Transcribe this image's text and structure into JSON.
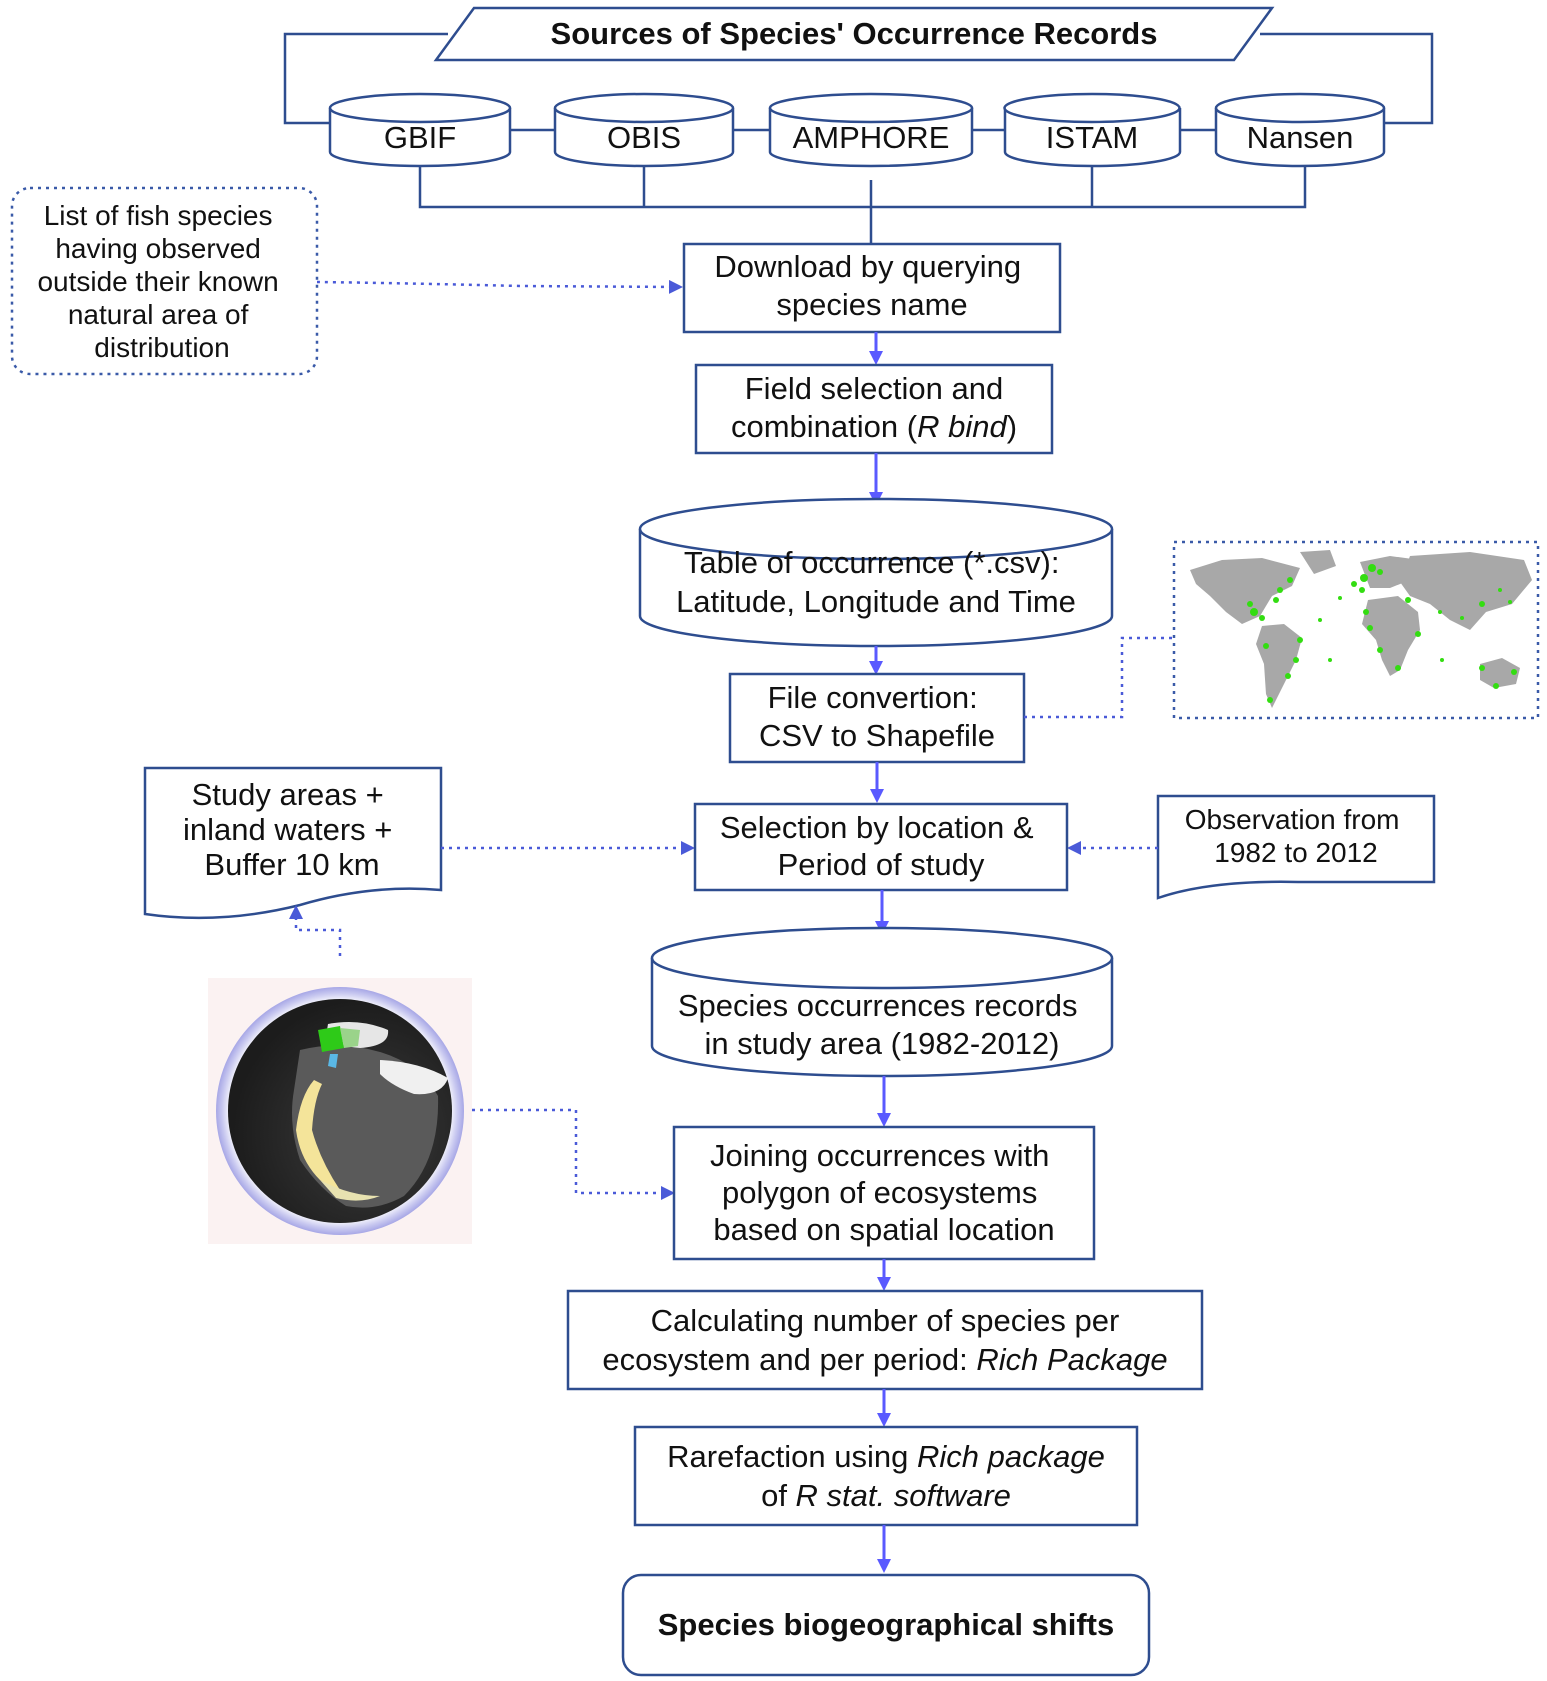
{
  "sources": {
    "title": "Sources of Species' Occurrence Records",
    "databases": [
      "GBIF",
      "OBIS",
      "AMPHORE",
      "ISTAM",
      "Nansen"
    ]
  },
  "side_notes": {
    "species_list": [
      "List of fish  species",
      "having observed",
      "outside their known",
      "natural area of",
      "distribution"
    ],
    "study_areas": [
      "Study  areas +",
      "inland waters +",
      "Buffer 10 km"
    ],
    "observation": [
      "Observation from",
      "1982 to 2012"
    ]
  },
  "steps": {
    "download": [
      "Download  by querying",
      "species name"
    ],
    "field_selection": {
      "line1": "Field selection and",
      "line2_pre": "combination (",
      "line2_em": "R bind",
      "line2_post": ")"
    },
    "table": [
      "Table of occurrence (*.csv):",
      "Latitude, Longitude and Time"
    ],
    "file_conversion": [
      "File convertion:",
      "CSV to Shapefile"
    ],
    "selection": [
      "Selection by location &",
      "Period of study"
    ],
    "occ_records": [
      "Species occurrences records",
      "in study area (1982-2012)"
    ],
    "joining": [
      "Joining occurrences with",
      "polygon of ecosystems",
      "based on spatial location"
    ],
    "calculating": {
      "line1": "Calculating number of species per",
      "line2_pre": "ecosystem and per period: ",
      "line2_em": "Rich Package"
    },
    "rarefaction": {
      "line1_pre": "Rarefaction using ",
      "line1_em": "Rich package",
      "line2_pre": "of ",
      "line2_em": "R stat. software"
    },
    "final": "Species biogeographical shifts"
  },
  "colors": {
    "accent": "#5a5aff",
    "border": "#2e4d8f",
    "land": "#a8a8a8",
    "occurrence": "#33dd11"
  }
}
